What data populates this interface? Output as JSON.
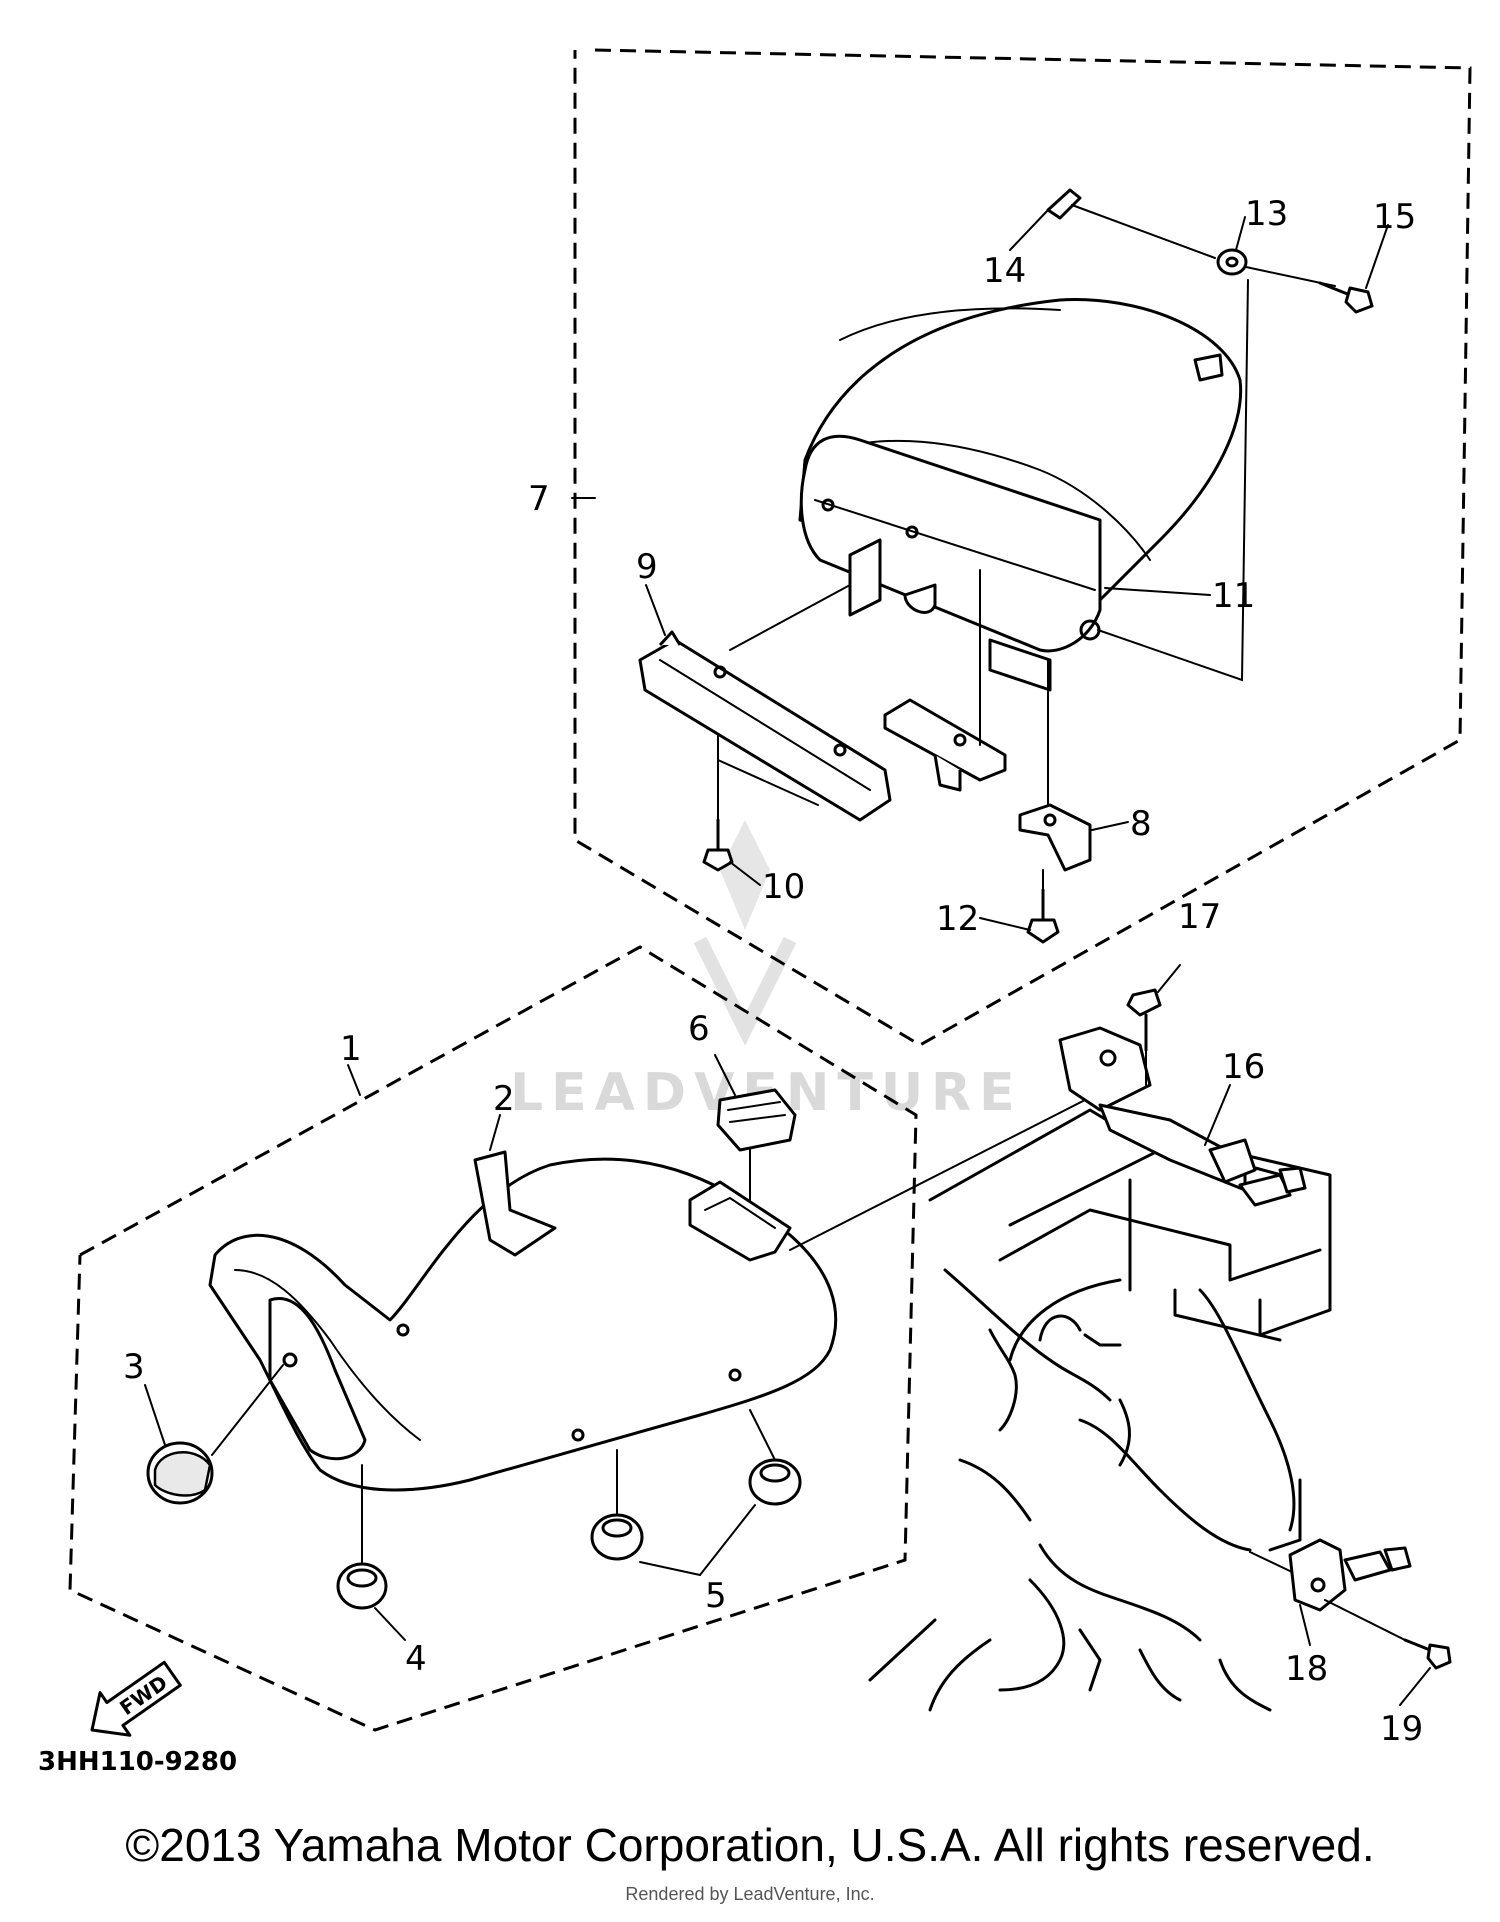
{
  "diagram": {
    "part_numbers": [
      "1",
      "2",
      "3",
      "4",
      "5",
      "6",
      "7",
      "8",
      "9",
      "10",
      "11",
      "12",
      "13",
      "14",
      "15",
      "16",
      "17",
      "18",
      "19"
    ],
    "figure_code": "3HH110-9280",
    "direction_badge": "FWD",
    "watermark": "LEADVENTURE",
    "copyright": "©2013 Yamaha Motor Corporation, U.S.A. All rights reserved.",
    "render_credit": "Rendered by LeadVenture, Inc."
  }
}
